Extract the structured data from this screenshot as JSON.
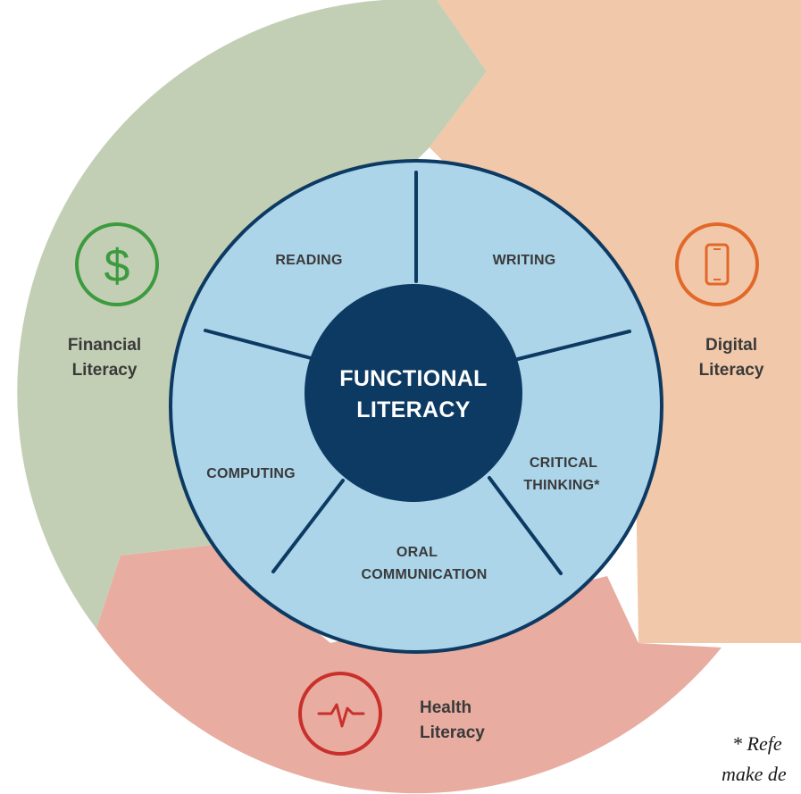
{
  "diagram": {
    "center": {
      "line1": "FUNCTIONAL",
      "line2": "LITERACY"
    },
    "segments": {
      "reading": "READING",
      "writing": "WRITING",
      "critical_line1": "CRITICAL",
      "critical_line2": "THINKING*",
      "oral_line1": "ORAL",
      "oral_line2": "COMMUNICATION",
      "computing": "COMPUTING"
    },
    "outer": {
      "financial_line1": "Financial",
      "financial_line2": "Literacy",
      "digital_line1": "Digital",
      "digital_line2": "Literacy",
      "health_line1": "Health",
      "health_line2": "Literacy"
    },
    "footnote": {
      "line1": "* Refe",
      "line2": "make de"
    }
  },
  "colors": {
    "financial": "#c3cfb4",
    "digital": "#f1c8a9",
    "health": "#e8ada0",
    "inner_ring": "#acd5ea",
    "navy": "#0d3a62",
    "green_icon": "#3c9a3f",
    "orange_icon": "#e2682a",
    "red_icon": "#c9302c"
  },
  "icons": [
    "dollar-icon",
    "phone-icon",
    "heartbeat-icon"
  ]
}
